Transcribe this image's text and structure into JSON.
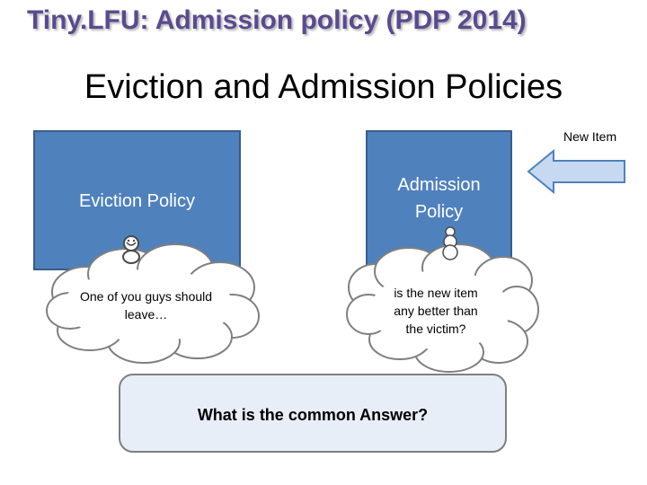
{
  "header": {
    "title": "Tiny.LFU: Admission policy (PDP 2014)"
  },
  "slide": {
    "subtitle": "Eviction and Admission Policies",
    "new_item_label": "New Item",
    "eviction_policy": {
      "label": "Eviction Policy",
      "thought": "One of you guys should leave…"
    },
    "admission_policy": {
      "label_line1": "Admission",
      "label_line2": "Policy",
      "thought_line1": "is the new item",
      "thought_line2": "any better than",
      "thought_line3": "the victim?"
    },
    "question": "What is the common Answer?"
  },
  "colors": {
    "title": "#5a4a8f",
    "box_fill": "#4f81bd",
    "box_border": "#385d8a",
    "arrow_fill": "#c6d9f1",
    "arrow_border": "#4f81bd",
    "question_fill": "#e8eef7"
  },
  "icons": {
    "arrow": "left-arrow-icon",
    "eviction_figure": "thinking-person-icon",
    "admission_figure": "thinking-person-icon"
  }
}
